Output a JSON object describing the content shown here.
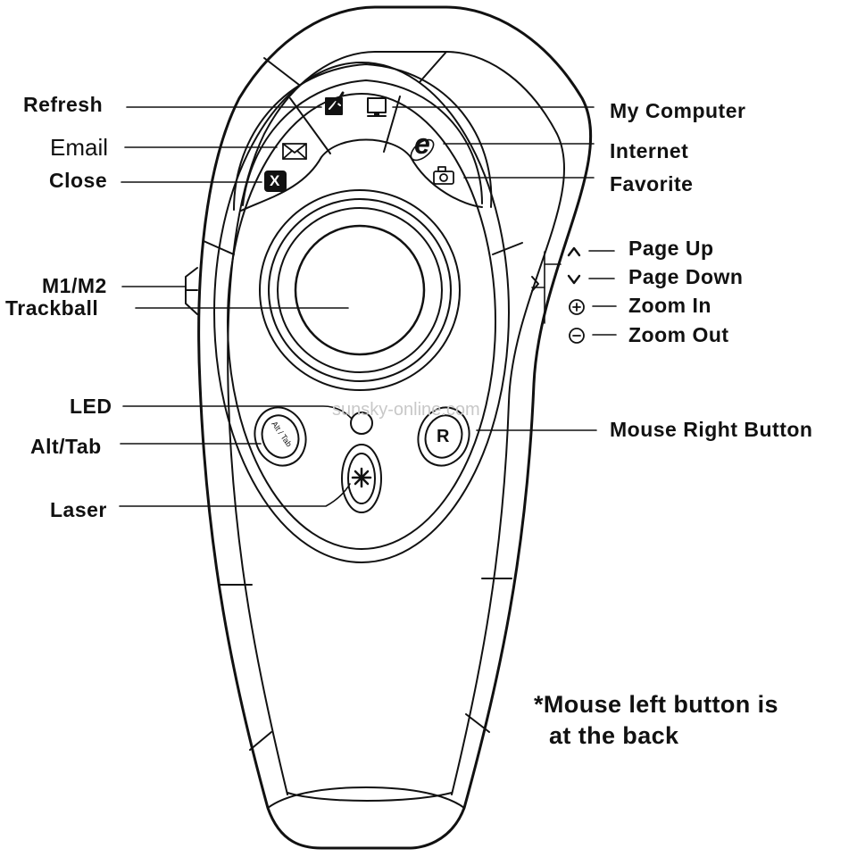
{
  "labels": {
    "refresh": "Refresh",
    "email": "Email",
    "close": "Close",
    "m1m2": "M1/M2",
    "trackball": "Trackball",
    "led": "LED",
    "alt_tab": "Alt/Tab",
    "laser": "Laser",
    "my_computer": "My Computer",
    "internet": "Internet",
    "favorite": "Favorite",
    "page_up": "Page Up",
    "page_down": "Page Down",
    "zoom_in": "Zoom In",
    "zoom_out": "Zoom Out",
    "mouse_right_button": "Mouse Right Button"
  },
  "buttons": {
    "alt_tab_key": "Alt / Tab",
    "right_key": "R",
    "close_key": "X",
    "internet_key": "e"
  },
  "note": {
    "line1": "*Mouse left button is",
    "line2": "at the back"
  },
  "watermark": "sunsky-online.com",
  "icons": [
    "refresh-icon",
    "my-computer-icon",
    "email-icon",
    "close-icon",
    "internet-icon",
    "favorite-icon",
    "laser-icon",
    "page-up-icon",
    "page-down-icon",
    "zoom-in-icon",
    "zoom-out-icon"
  ]
}
